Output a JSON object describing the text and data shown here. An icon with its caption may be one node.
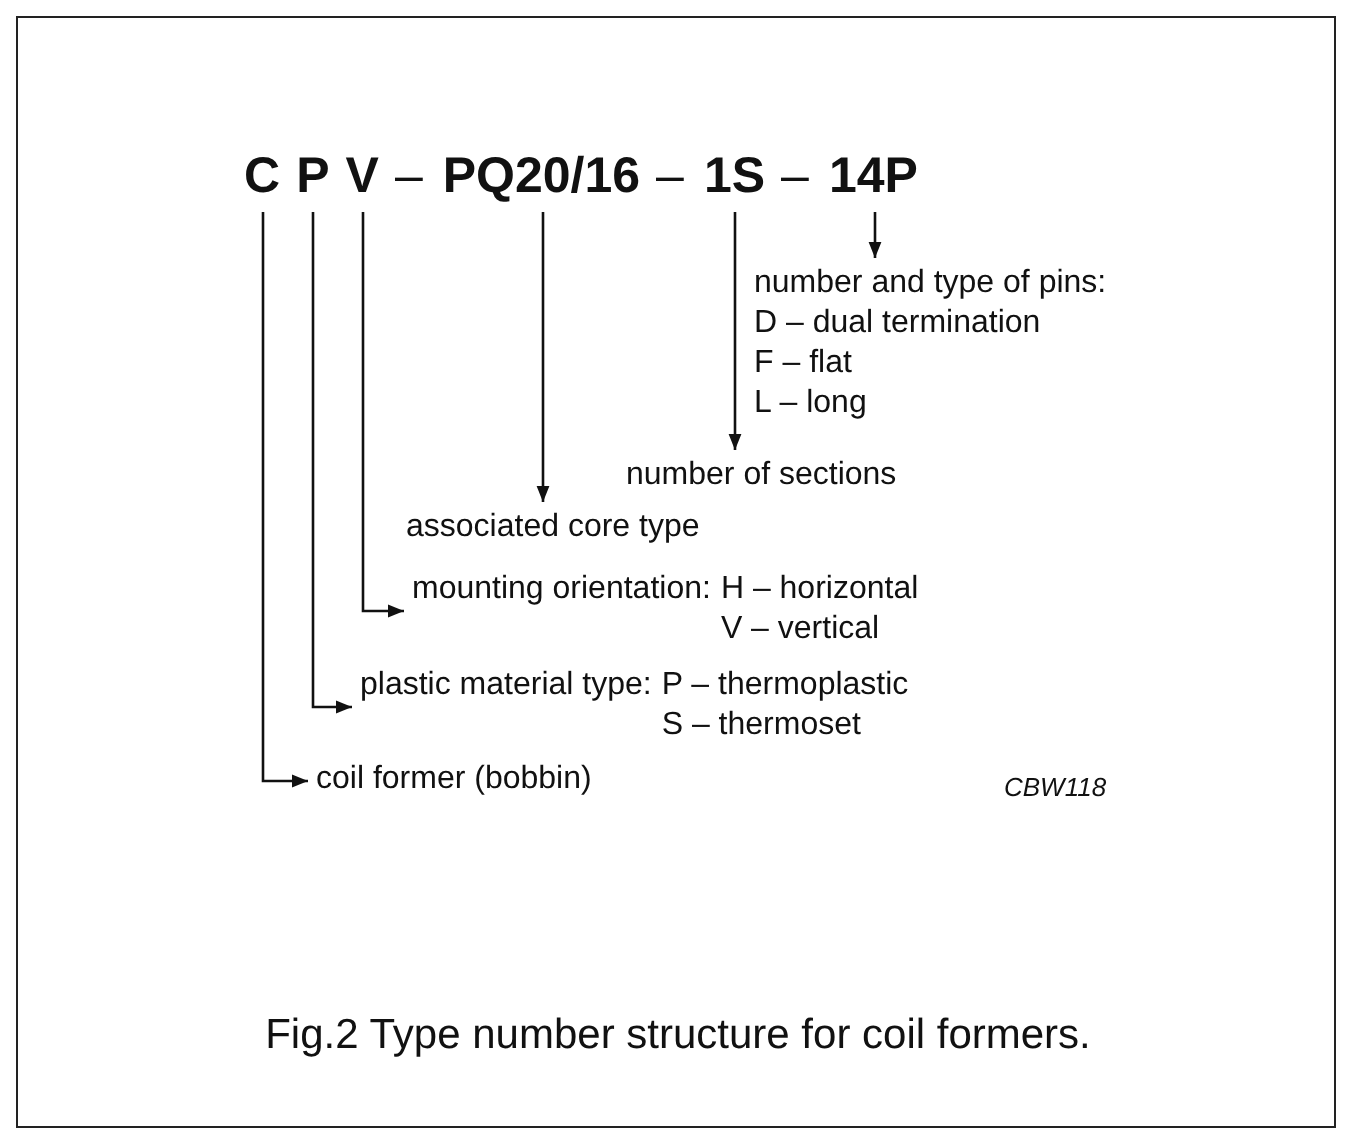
{
  "diagram": {
    "caption": "Fig.2 Type number structure for coil formers.",
    "nodes": [
      {
        "text": [
          "C"
        ]
      },
      {
        "text": [
          "P"
        ]
      },
      {
        "text": [
          "V"
        ]
      },
      {
        "text": [
          "PQ20/16"
        ]
      },
      {
        "text": [
          "1S"
        ]
      },
      {
        "text": [
          "14P"
        ]
      },
      {
        "text": [
          "number and type of pins:",
          "D – dual termination",
          "F – flat",
          "L – long"
        ]
      },
      {
        "text": [
          "number of sections"
        ]
      },
      {
        "text": [
          "associated core type"
        ]
      },
      {
        "text": [
          "mounting orientation:",
          "H – horizontal",
          "V – vertical"
        ]
      },
      {
        "text": [
          "plastic material type:",
          "P – thermoplastic",
          "S – thermoset"
        ]
      },
      {
        "text": [
          "coil former (bobbin)"
        ]
      }
    ],
    "edges": [
      {
        "from": 5,
        "to": 6,
        "arrow": "to"
      },
      {
        "from": 4,
        "to": 7,
        "arrow": "to"
      },
      {
        "from": 3,
        "to": 8,
        "arrow": "to"
      },
      {
        "from": 2,
        "to": 9,
        "arrow": "to"
      },
      {
        "from": 1,
        "to": 10,
        "arrow": "to"
      },
      {
        "from": 0,
        "to": 11,
        "arrow": "to"
      }
    ],
    "labels": [
      "–",
      "–",
      "–",
      "CBW118"
    ]
  }
}
